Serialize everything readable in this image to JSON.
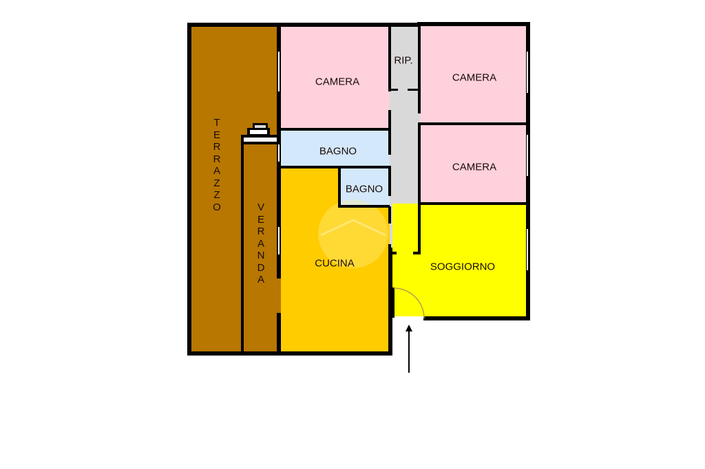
{
  "floorplan": {
    "colors": {
      "terrazzo": "#B77700",
      "camera": "#FFD1DC",
      "bagno": "#D3E8FA",
      "cucina": "#FFCC00",
      "soggiorno": "#FFFF00",
      "ripostiglio": "#D9D9D9",
      "wall": "#000000"
    },
    "rooms": {
      "terrazzo": {
        "label": "TERRAZZO",
        "letters": [
          "T",
          "E",
          "R",
          "R",
          "A",
          "Z",
          "Z",
          "O"
        ]
      },
      "veranda": {
        "label": "VERANDA",
        "letters": [
          "V",
          "E",
          "R",
          "A",
          "N",
          "D",
          "A"
        ]
      },
      "camera_1": {
        "label": "CAMERA"
      },
      "ripostiglio": {
        "label": "RIP."
      },
      "camera_2": {
        "label": "CAMERA"
      },
      "camera_3": {
        "label": "CAMERA"
      },
      "bagno_1": {
        "label": "BAGNO"
      },
      "bagno_2": {
        "label": "BAGNO"
      },
      "cucina": {
        "label": "CUCINA"
      },
      "soggiorno": {
        "label": "SOGGIORNO"
      }
    },
    "entrance": {
      "symbol": "entrance-arrow"
    }
  }
}
